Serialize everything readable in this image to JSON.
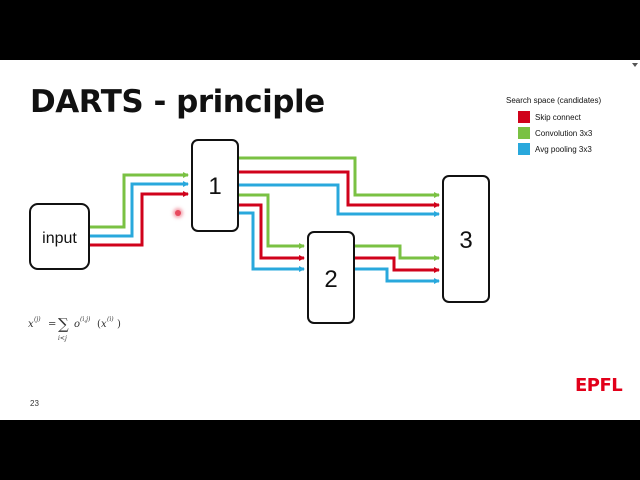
{
  "slide": {
    "title": "DARTS - principle",
    "page_number": "23"
  },
  "legend": {
    "title": "Search space (candidates)",
    "items": [
      {
        "label": "Skip connect",
        "color": "#d0021b"
      },
      {
        "label": "Convolution 3x3",
        "color": "#7ac143"
      },
      {
        "label": "Avg pooling 3x3",
        "color": "#29a8dc"
      }
    ]
  },
  "diagram": {
    "nodes": {
      "input": "input",
      "n1": "1",
      "n2": "2",
      "n3": "3"
    }
  },
  "formula": {
    "lhs": "x",
    "lhs_sup": "(j)",
    "sum_sub": "i<j",
    "term": "o",
    "term_sup": "(i,j)",
    "arg": "x",
    "arg_sup": "(i)"
  },
  "logo": {
    "text": "EPFL",
    "color": "#e2001a"
  },
  "colors": {
    "skip": "#d0021b",
    "conv": "#7ac143",
    "pool": "#29a8dc"
  }
}
